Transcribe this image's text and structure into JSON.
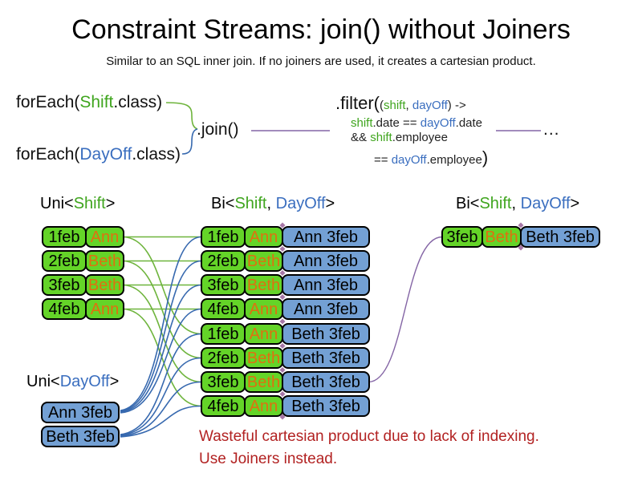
{
  "title": "Constraint Streams: join() without Joiners",
  "subtitle": "Similar to an SQL inner join. If no joiners are used, it creates a cartesian product.",
  "code": {
    "foreach_shift": {
      "prefix": "forEach(",
      "class_name": "Shift",
      "suffix": ".class)"
    },
    "foreach_dayoff": {
      "prefix": "forEach(",
      "class_name": "DayOff",
      "suffix": ".class)"
    },
    "join_label": ".join()",
    "filter": {
      "head": ".filter(",
      "args_open": "(",
      "arg1": "shift",
      "args_sep": ", ",
      "arg2": "dayOff",
      "args_close": ") ->",
      "line2_a": "shift",
      "line2_b": ".date == ",
      "line2_c": "dayOff",
      "line2_d": ".date",
      "line3_a": "&& ",
      "line3_b": "shift",
      "line3_c": ".employee",
      "line4_a": "== ",
      "line4_b": "dayOff",
      "line4_c": ".employee",
      "line4_close": ")"
    },
    "ellipsis": "..."
  },
  "headers": {
    "uni_shift": {
      "pre": "Uni<",
      "shift": "Shift",
      "post": ">"
    },
    "bi_center": {
      "pre": "Bi<",
      "shift": "Shift",
      "sep": ", ",
      "dayoff": "DayOff",
      "post": ">"
    },
    "bi_right": {
      "pre": "Bi<",
      "shift": "Shift",
      "sep": ", ",
      "dayoff": "DayOff",
      "post": ">"
    },
    "uni_dayoff": {
      "pre": "Uni<",
      "dayoff": "DayOff",
      "post": ">"
    }
  },
  "uni_shift_rows": [
    {
      "date": "1feb",
      "employee": "Ann"
    },
    {
      "date": "2feb",
      "employee": "Beth"
    },
    {
      "date": "3feb",
      "employee": "Beth"
    },
    {
      "date": "4feb",
      "employee": "Ann"
    }
  ],
  "uni_dayoff_rows": [
    {
      "label": "Ann 3feb"
    },
    {
      "label": "Beth 3feb"
    }
  ],
  "bi_center_rows": [
    {
      "date": "1feb",
      "employee": "Ann",
      "dayoff": "Ann 3feb"
    },
    {
      "date": "2feb",
      "employee": "Beth",
      "dayoff": "Ann 3feb"
    },
    {
      "date": "3feb",
      "employee": "Beth",
      "dayoff": "Ann 3feb"
    },
    {
      "date": "4feb",
      "employee": "Ann",
      "dayoff": "Ann 3feb"
    },
    {
      "date": "1feb",
      "employee": "Ann",
      "dayoff": "Beth 3feb"
    },
    {
      "date": "2feb",
      "employee": "Beth",
      "dayoff": "Beth 3feb"
    },
    {
      "date": "3feb",
      "employee": "Beth",
      "dayoff": "Beth 3feb"
    },
    {
      "date": "4feb",
      "employee": "Ann",
      "dayoff": "Beth 3feb"
    }
  ],
  "bi_right_rows": [
    {
      "date": "3feb",
      "employee": "Beth",
      "dayoff": "Beth 3feb"
    }
  ],
  "warning": {
    "line1": "Wasteful cartesian product due to lack of indexing.",
    "line2": "Use Joiners instead."
  },
  "colors": {
    "shift_green_text": "#3fa51e",
    "dayoff_blue_text": "#3a6ebf",
    "employee_orange_text": "#e06f10",
    "box_green_fill": "#64d428",
    "box_blue_fill": "#73a0d4",
    "warning_red": "#b22222",
    "join_line_purple": "#8465a5",
    "connector_green": "#6eb43c",
    "connector_blue": "#3769af"
  }
}
